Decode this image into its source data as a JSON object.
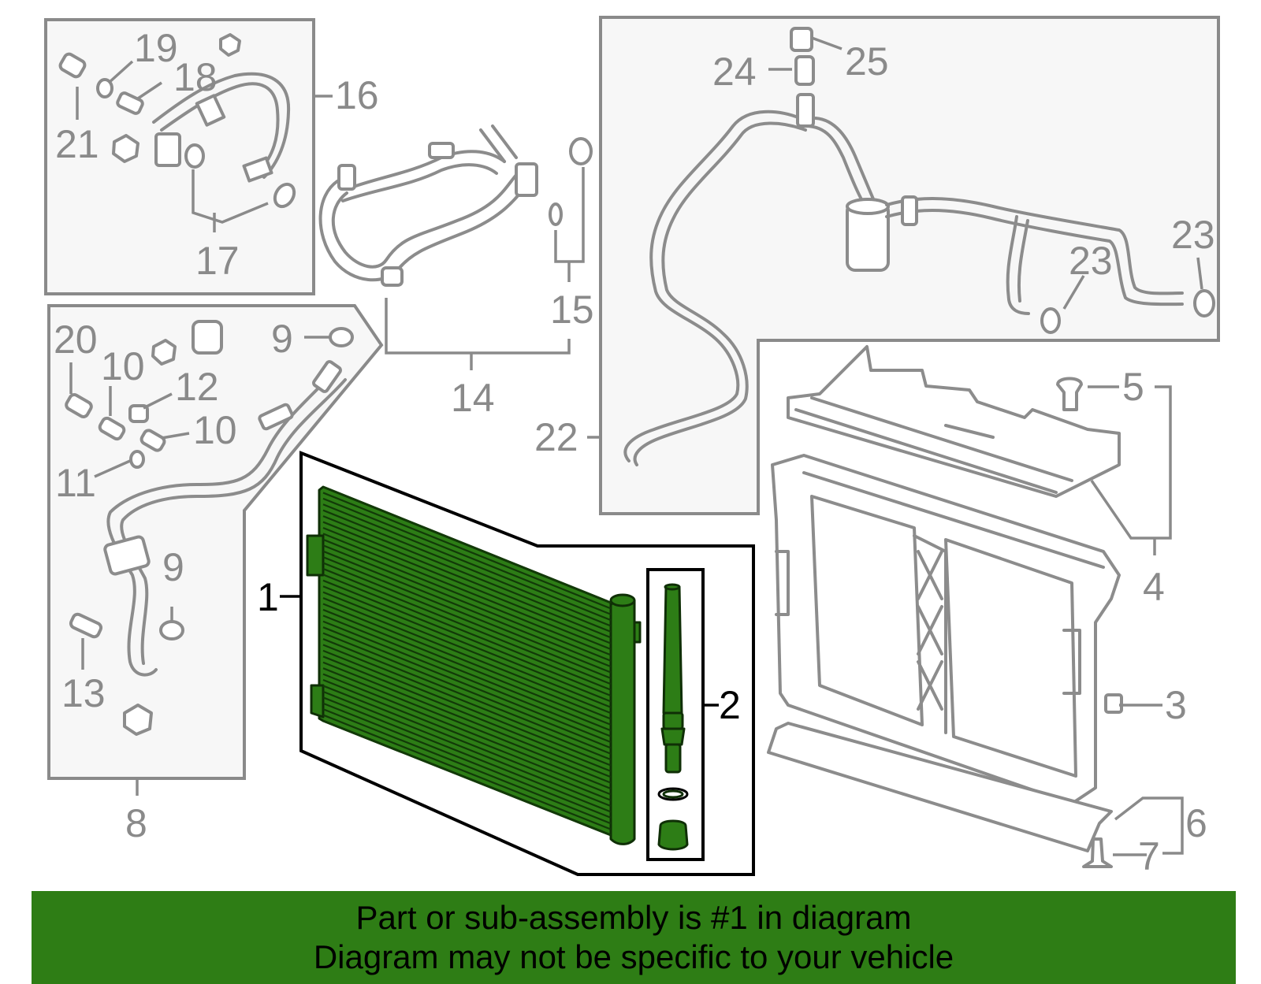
{
  "callouts": {
    "c1": "1",
    "c2": "2",
    "c3": "3",
    "c4": "4",
    "c5": "5",
    "c6": "6",
    "c7": "7",
    "c8": "8",
    "c9a": "9",
    "c9b": "9",
    "c10a": "10",
    "c10b": "10",
    "c11": "11",
    "c12": "12",
    "c13": "13",
    "c14": "14",
    "c15": "15",
    "c16": "16",
    "c17": "17",
    "c18": "18",
    "c19": "19",
    "c20": "20",
    "c21": "21",
    "c22": "22",
    "c23a": "23",
    "c23b": "23",
    "c24": "24",
    "c25": "25"
  },
  "banner": {
    "line1": "Part or sub-assembly is #1 in diagram",
    "line2": "Diagram may not be specific to your vehicle"
  },
  "colors": {
    "highlight": "#2e7d15",
    "outline": "#8a8a8a",
    "callout_main": "#000000"
  },
  "highlighted_part": "1"
}
